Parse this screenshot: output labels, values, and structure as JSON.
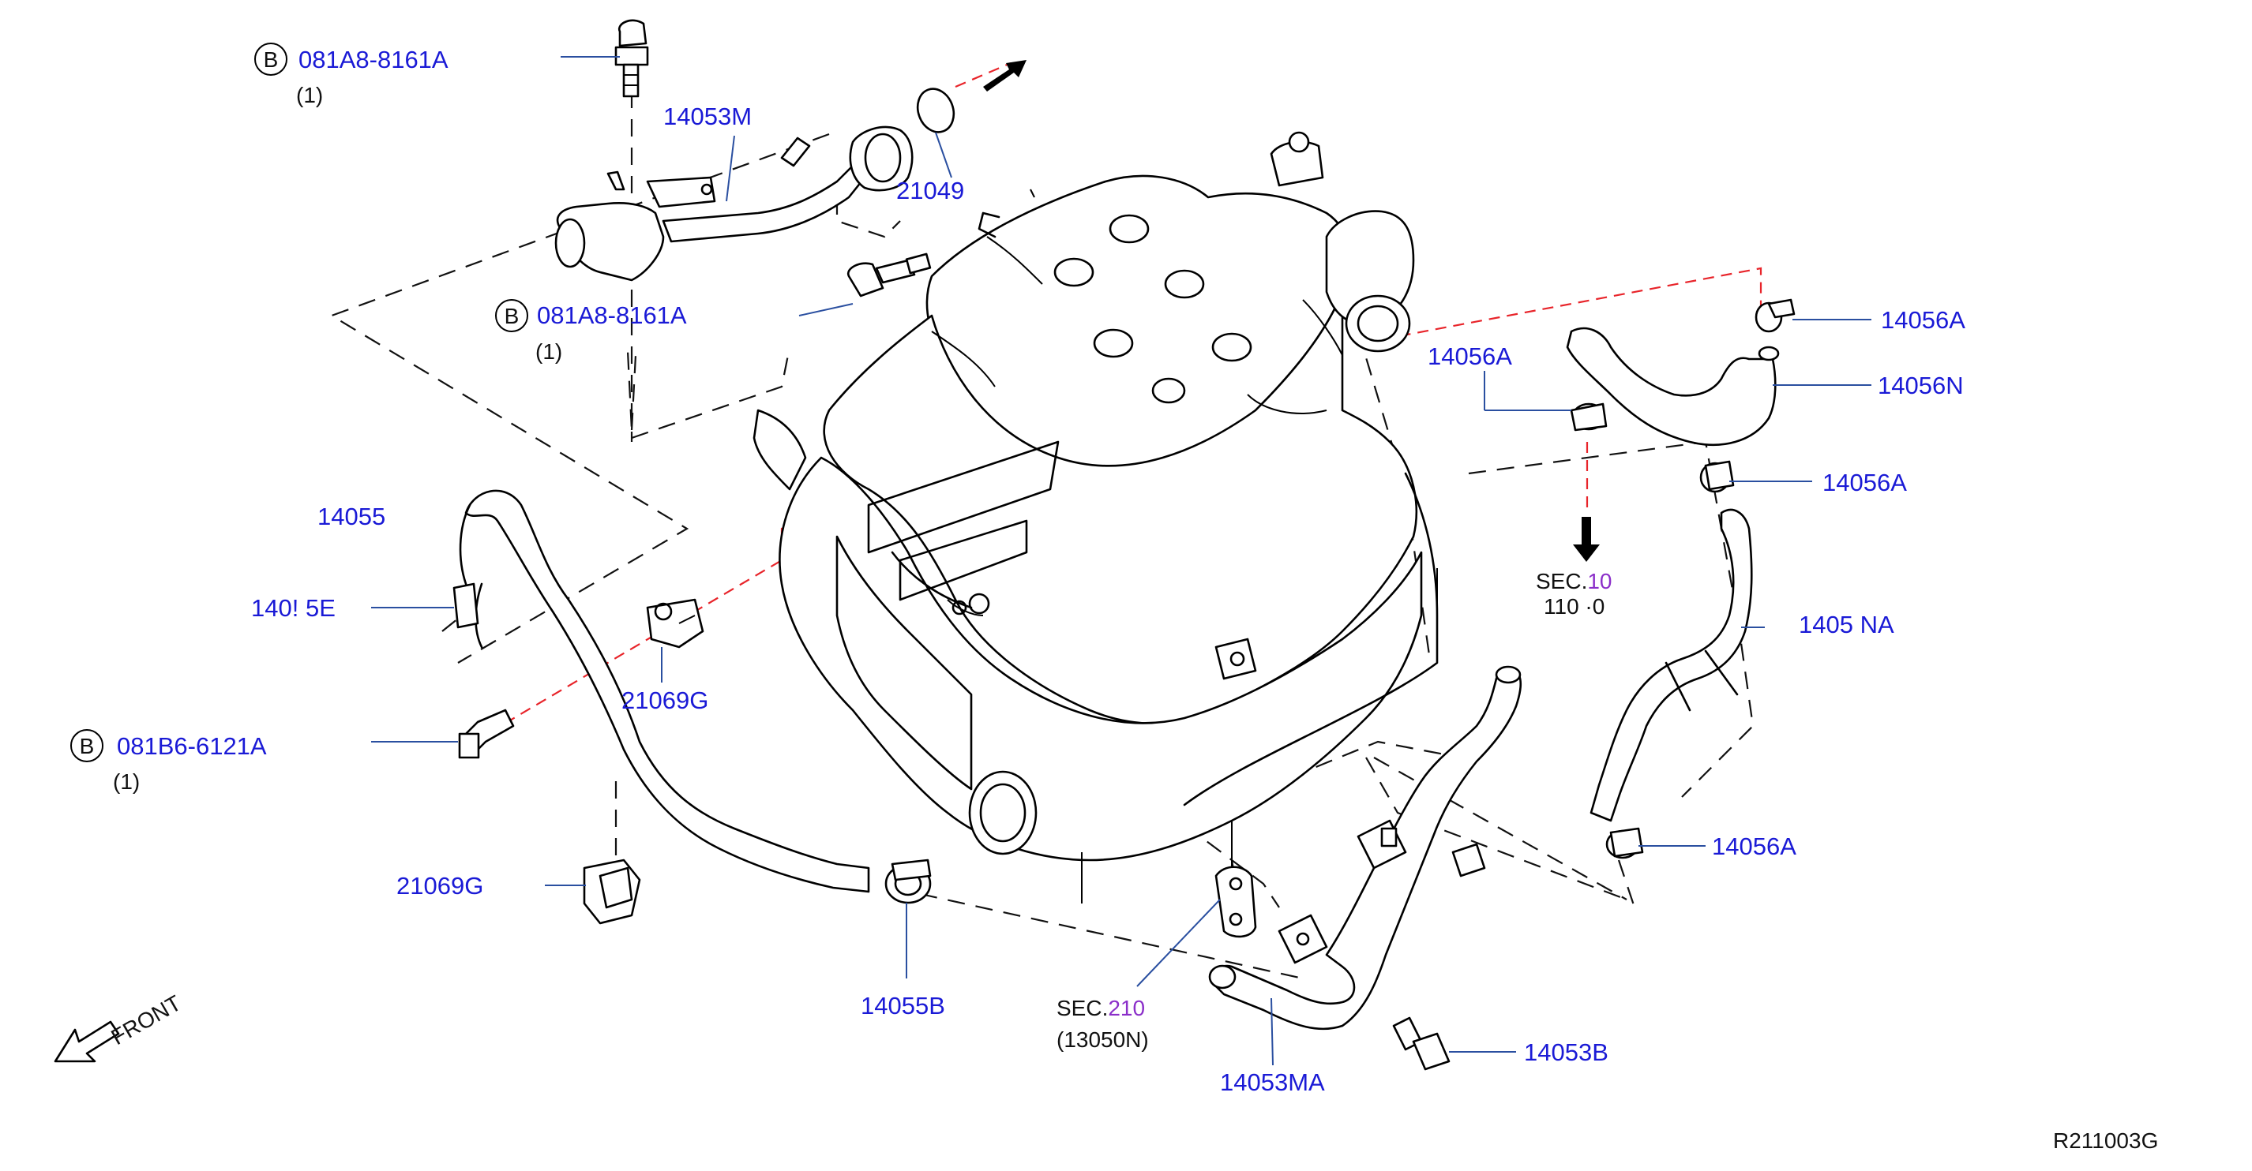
{
  "colors": {
    "label": "#1a1ad6",
    "text": "#111111",
    "accent": "#8b2fc9",
    "reference_line": "#e8242a"
  },
  "labels": {
    "bolt_top": "081A8-8161A",
    "bolt_top_qty": "(1)",
    "bolt_mid": "081A8-8161A",
    "bolt_mid_qty": "(1)",
    "bolt_low": "081B6-6121A",
    "bolt_low_qty": "(1)",
    "b_marker": "B",
    "pipe_upper": "14053M",
    "oring": "21049",
    "hose_main": "14055",
    "hose_main_clamp_partial": "140! 5E",
    "clip_upper": "21069G",
    "clip_lower": "21069G",
    "clamp_lower": "14055B",
    "sec_bottom_prefix": "SEC.",
    "sec_bottom_num": "210",
    "sec_bottom_ref": "(13050N)",
    "pipe_lower": "14053MA",
    "bolt_pipe_lower": "14053B",
    "clamp_r1": "14056A",
    "clamp_r2": "14056A",
    "hose_upper_right": "14056N",
    "clamp_r3": "14056A",
    "hose_lower_right_partial": "1405 NA",
    "clamp_r4": "14056A",
    "sec_right_prefix": "SEC.",
    "sec_right_num": "10",
    "sec_right_ref": "110 ·0",
    "front": "FRONT",
    "diagram_id": "R211003G"
  }
}
